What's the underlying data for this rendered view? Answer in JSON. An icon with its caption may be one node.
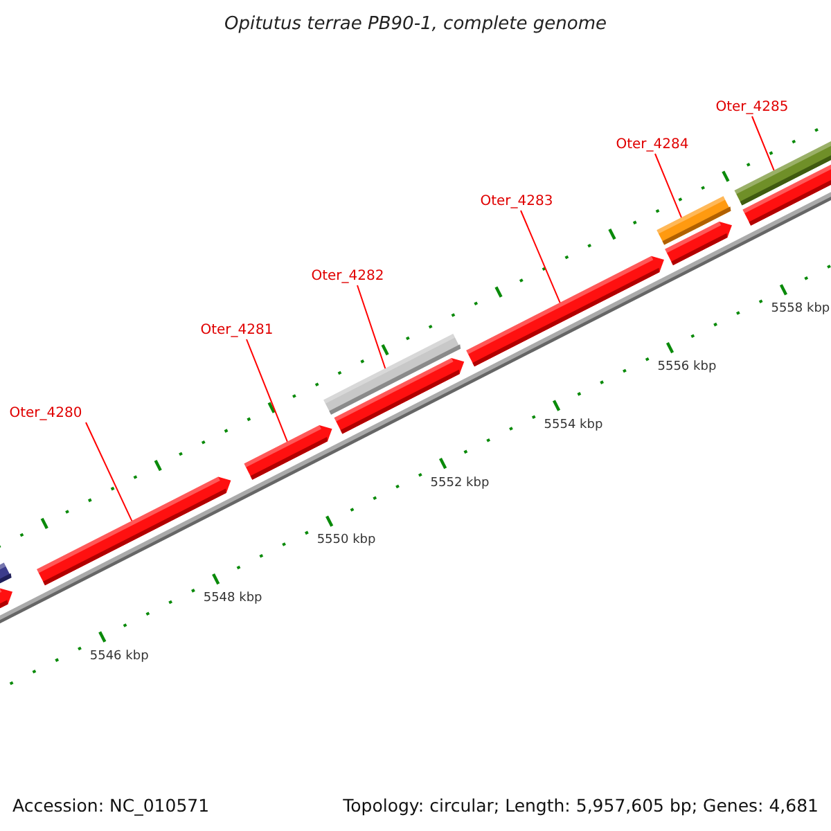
{
  "diagram": {
    "title": "Opitutus terrae PB90-1, complete genome",
    "nodes": [
      {
        "text": [
          "Oter_4280"
        ]
      },
      {
        "text": [
          "Oter_4281"
        ]
      },
      {
        "text": [
          "Oter_4282"
        ]
      },
      {
        "text": [
          "Oter_4283"
        ]
      },
      {
        "text": [
          "Oter_4284"
        ]
      },
      {
        "text": [
          "Oter_4285"
        ]
      },
      {
        "text": [],
        "shape": "bar"
      },
      {
        "text": [],
        "shape": "arrow"
      },
      {
        "text": [],
        "shape": "arrow"
      },
      {
        "text": [],
        "shape": "arrow"
      },
      {
        "text": [],
        "shape": "bar"
      },
      {
        "text": [],
        "shape": "arrow"
      },
      {
        "text": [],
        "shape": "arrow"
      },
      {
        "text": [],
        "shape": "bar"
      },
      {
        "text": [],
        "shape": "arrow"
      },
      {
        "text": [],
        "shape": "bar"
      },
      {
        "text": [],
        "shape": "arrow"
      }
    ],
    "edges": [
      {
        "from": 0,
        "to": 8,
        "arrow": "none"
      },
      {
        "from": 1,
        "to": 9,
        "arrow": "none"
      },
      {
        "from": 2,
        "to": 10,
        "arrow": "none"
      },
      {
        "from": 3,
        "to": 12,
        "arrow": "none"
      },
      {
        "from": 4,
        "to": 13,
        "arrow": "none"
      },
      {
        "from": 5,
        "to": 15,
        "arrow": "none"
      }
    ],
    "labels": [
      "5546 kbp",
      "5548 kbp",
      "5550 kbp",
      "5552 kbp",
      "5554 kbp",
      "5556 kbp",
      "5558 kbp",
      "Accession: NC_010571",
      "Topology: circular; Length: 5,957,605 bp; Genes: 4,681"
    ]
  }
}
